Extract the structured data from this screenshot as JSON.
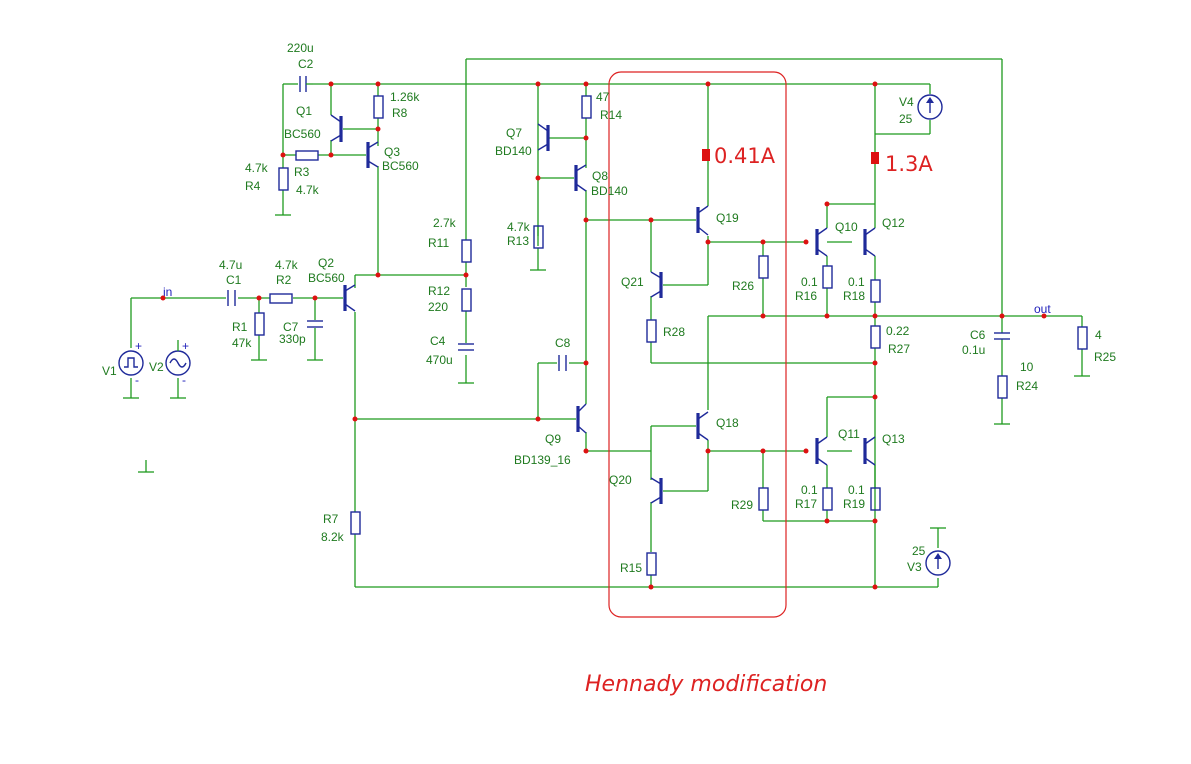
{
  "labels": {
    "c2": {
      "value": "220u",
      "name": "C2"
    },
    "q1": {
      "name": "Q1",
      "type": "BC560"
    },
    "r8": {
      "value": "1.26k",
      "name": "R8"
    },
    "q3": {
      "name": "Q3",
      "type": "BC560"
    },
    "r4": {
      "value": "4.7k",
      "name": "R4"
    },
    "r3": {
      "name": "R3",
      "value": "4.7k"
    },
    "q7": {
      "name": "Q7",
      "type": "BD140"
    },
    "r14": {
      "value": "47",
      "name": "R14"
    },
    "q8": {
      "name": "Q8",
      "type": "BD140"
    },
    "r13": {
      "value": "4.7k",
      "name": "R13"
    },
    "r11": {
      "value": "2.7k",
      "name": "R11"
    },
    "r12": {
      "name": "R12",
      "value": "220"
    },
    "c4": {
      "name": "C4",
      "value": "470u"
    },
    "c1": {
      "value": "4.7u",
      "name": "C1"
    },
    "r2": {
      "value": "4.7k",
      "name": "R2"
    },
    "q2": {
      "name": "Q2",
      "type": "BC560"
    },
    "r1": {
      "name": "R1",
      "value": "47k"
    },
    "c7": {
      "name": "C7",
      "value": "330p"
    },
    "c8": {
      "name": "C8"
    },
    "q9": {
      "name": "Q9",
      "type": "BD139_16"
    },
    "r7": {
      "name": "R7",
      "value": "8.2k"
    },
    "q19": {
      "name": "Q19"
    },
    "q21": {
      "name": "Q21"
    },
    "r28": {
      "name": "R28"
    },
    "r26": {
      "name": "R26"
    },
    "q18": {
      "name": "Q18"
    },
    "q20": {
      "name": "Q20"
    },
    "r15": {
      "name": "R15"
    },
    "r29": {
      "name": "R29"
    },
    "q10": {
      "name": "Q10"
    },
    "q12": {
      "name": "Q12"
    },
    "q11": {
      "name": "Q11"
    },
    "q13": {
      "name": "Q13"
    },
    "r16": {
      "value": "0.1",
      "name": "R16"
    },
    "r18": {
      "value": "0.1",
      "name": "R18"
    },
    "r17": {
      "value": "0.1",
      "name": "R17"
    },
    "r19": {
      "value": "0.1",
      "name": "R19"
    },
    "r27": {
      "value": "0.22",
      "name": "R27"
    },
    "c6": {
      "name": "C6",
      "value": "0.1u"
    },
    "r24": {
      "value": "10",
      "name": "R24"
    },
    "r25": {
      "value": "4",
      "name": "R25"
    },
    "v4": {
      "name": "V4",
      "value": "25"
    },
    "v3": {
      "value": "25",
      "name": "V3"
    },
    "v1": {
      "name": "V1"
    },
    "v2": {
      "name": "V2"
    },
    "net_in": "in",
    "net_out": "out"
  },
  "annotations": {
    "current_q19": "0.41A",
    "current_q12": "1.3A",
    "caption": "Hennady modification"
  },
  "colors": {
    "wire": "#1f9a1f",
    "component": "#1f2a9a",
    "node": "#dd1111",
    "annotation": "#dd2222"
  }
}
